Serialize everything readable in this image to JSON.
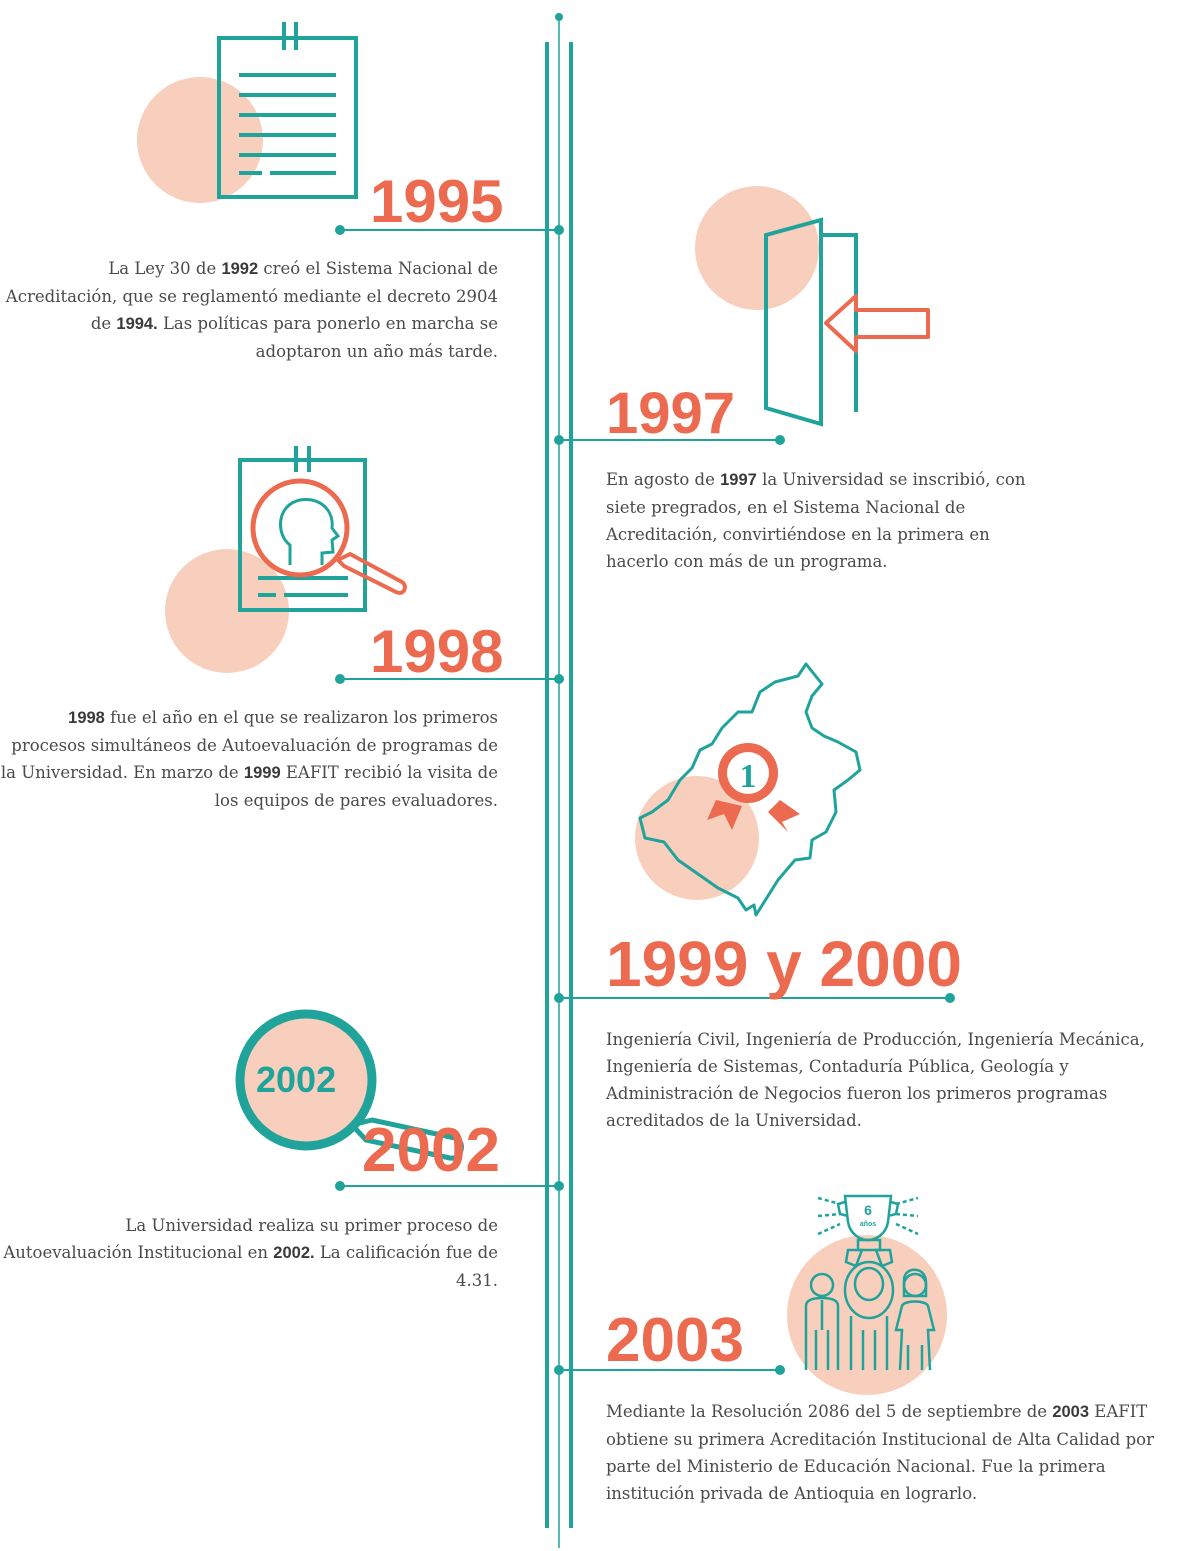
{
  "colors": {
    "teal": "#1fa39a",
    "orange": "#ec6a4f",
    "peach": "#f8cfbd",
    "text": "#4a4a4a"
  },
  "events": [
    {
      "year": "1995",
      "icon": "document-icon",
      "text_1": "La Ley 30 de ",
      "bold_1": "1992",
      "text_2": " creó el Sistema Nacional de Acreditación, que se reglamentó mediante el decreto 2904 de ",
      "bold_2": "1994.",
      "text_3": " Las políticas para ponerlo en marcha se adoptaron un año más tarde."
    },
    {
      "year": "1997",
      "icon": "door-arrow-icon",
      "text_1": "En agosto de ",
      "bold_1": "1997",
      "text_2": " la Universidad se inscribió, con siete pregrados, en el Sistema Nacional de Acreditación, convirtiéndose en la primera en hacerlo con más de un programa."
    },
    {
      "year": "1998",
      "icon": "head-magnifier-icon",
      "bold_1": "1998",
      "text_1": " fue el año en el que se realizaron los primeros procesos simultáneos de Autoevaluación de programas de la Universidad. En marzo de ",
      "bold_2": "1999",
      "text_2": " EAFIT recibió la visita de los equipos de pares evaluadores."
    },
    {
      "year": "1999 y 2000",
      "icon": "colombia-map-medal-icon",
      "medal_number": "1",
      "text_1": "Ingeniería Civil, Ingeniería de Producción, Ingeniería Mecánica, Ingeniería de Sistemas, Contaduría Pública, Geología y Administración de Negocios fueron los primeros programas acreditados de la Universidad."
    },
    {
      "year": "2002",
      "icon": "magnifier-icon",
      "lens_label": "2002",
      "text_1": "La Universidad realiza su primer proceso de Autoevaluación Institucional en ",
      "bold_1": "2002.",
      "text_2": " La calificación fue de 4.31."
    },
    {
      "year": "2003",
      "icon": "trophy-people-icon",
      "trophy_number": "6",
      "trophy_unit": "años",
      "text_1": "Mediante la Resolución 2086 del 5 de septiembre de ",
      "bold_1": "2003",
      "text_2": " EAFIT obtiene su primera Acreditación Institucional de Alta Calidad por parte del Ministerio de Educación Nacional. Fue la primera institución privada de Antioquia en lograrlo."
    }
  ]
}
